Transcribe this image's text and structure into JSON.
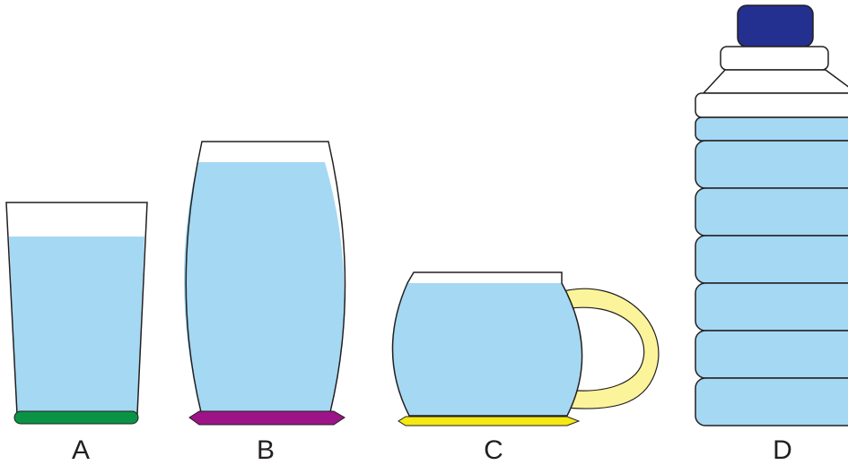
{
  "colors": {
    "water": "#a5d8f2",
    "outline": "#231f20",
    "base_a": "#0a9345",
    "base_b": "#9c1488",
    "base_c": "#f4e913",
    "handle": "#fbf49a",
    "cap": "#24308f"
  },
  "containers": [
    {
      "label": "A",
      "shape": "tapered glass",
      "base_color": "green"
    },
    {
      "label": "B",
      "shape": "tall curved vase",
      "base_color": "purple"
    },
    {
      "label": "C",
      "shape": "mug with handle",
      "base_color": "yellow"
    },
    {
      "label": "D",
      "shape": "bottle with cap",
      "cap_color": "navy"
    }
  ]
}
